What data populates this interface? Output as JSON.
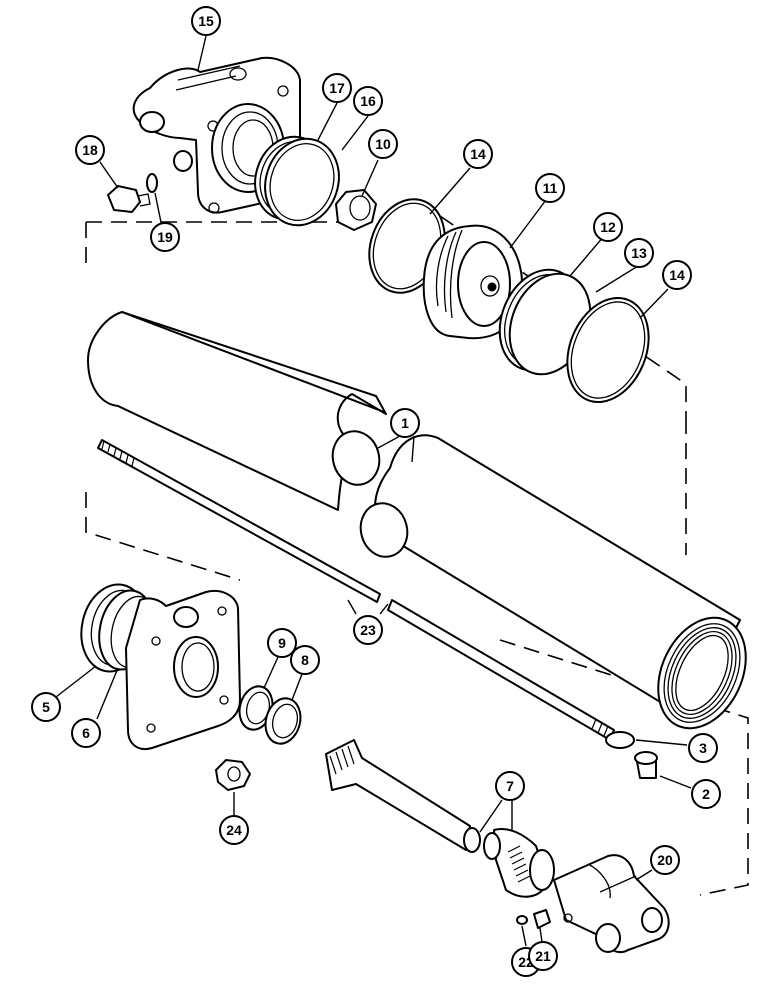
{
  "callouts": [
    {
      "id": "15",
      "label": "15"
    },
    {
      "id": "17",
      "label": "17"
    },
    {
      "id": "16",
      "label": "16"
    },
    {
      "id": "18",
      "label": "18"
    },
    {
      "id": "19",
      "label": "19"
    },
    {
      "id": "10",
      "label": "10"
    },
    {
      "id": "14a",
      "label": "14"
    },
    {
      "id": "11",
      "label": "11"
    },
    {
      "id": "12",
      "label": "12"
    },
    {
      "id": "13",
      "label": "13"
    },
    {
      "id": "14b",
      "label": "14"
    },
    {
      "id": "1",
      "label": "1"
    },
    {
      "id": "9",
      "label": "9"
    },
    {
      "id": "8",
      "label": "8"
    },
    {
      "id": "23",
      "label": "23"
    },
    {
      "id": "5",
      "label": "5"
    },
    {
      "id": "6",
      "label": "6"
    },
    {
      "id": "3",
      "label": "3"
    },
    {
      "id": "2",
      "label": "2"
    },
    {
      "id": "7",
      "label": "7"
    },
    {
      "id": "24",
      "label": "24"
    },
    {
      "id": "20",
      "label": "20"
    },
    {
      "id": "22",
      "label": "22"
    },
    {
      "id": "21",
      "label": "21"
    }
  ]
}
